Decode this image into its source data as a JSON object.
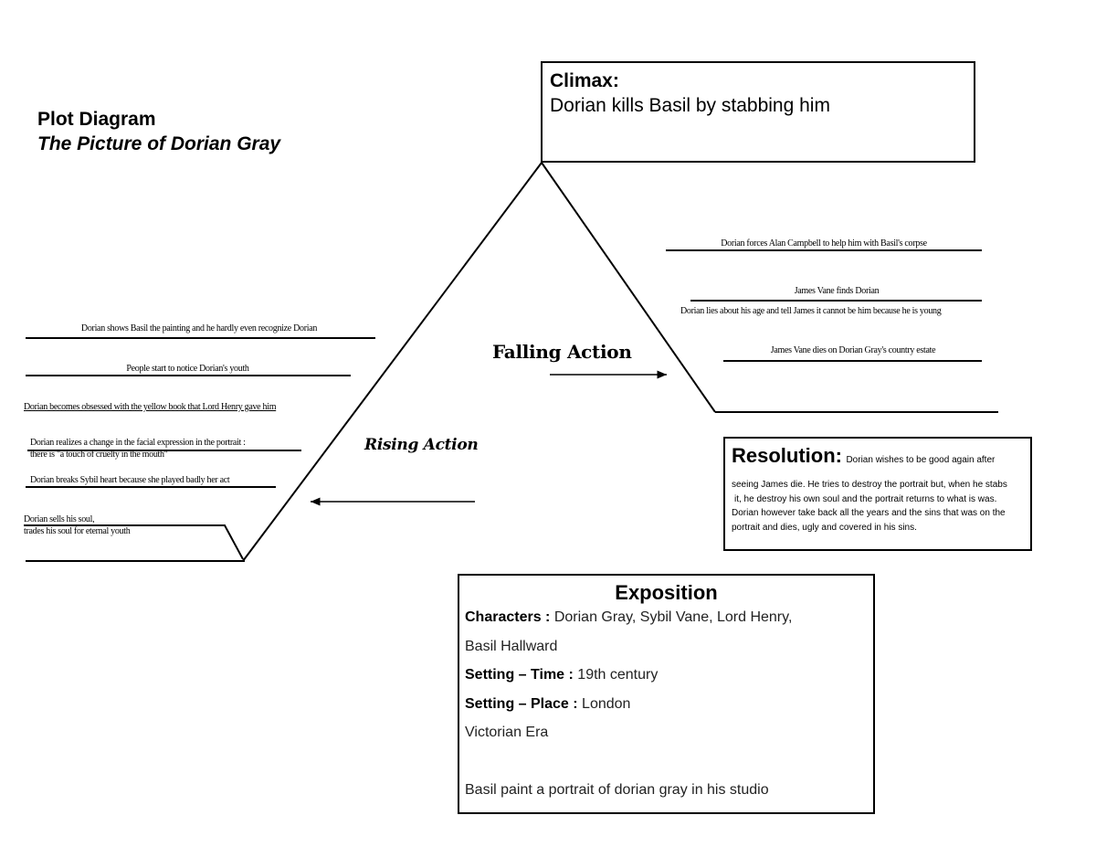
{
  "header": {
    "title": "Plot Diagram",
    "subtitle": "The Picture of Dorian Gray"
  },
  "climax": {
    "heading": "Climax:",
    "text": "Dorian kills Basil by stabbing him"
  },
  "labels": {
    "falling_action": "Falling Action",
    "rising_action": "Rising Action"
  },
  "falling_events": [
    "Dorian forces Alan Campbell to help him with Basil's corpse",
    "James Vane finds Dorian",
    "Dorian lies about his age and tell James it cannot be him because he is young",
    "James Vane dies on Dorian Gray's country estate"
  ],
  "rising_events": [
    "Dorian shows Basil the painting and he hardly even recognize Dorian",
    "People start to notice Dorian's youth",
    "Dorian becomes obsessed with the yellow book that Lord Henry gave him",
    "Dorian realizes a change in the facial expression in the portrait :",
    "there is \"a touch of cruelty in the mouth\"",
    "Dorian breaks Sybil heart because she played badly her act",
    "Dorian sells his soul,",
    "trades his soul for eternal youth"
  ],
  "resolution": {
    "heading": "Resolution:",
    "inline_text": "Dorian wishes to be good again after",
    "lines": [
      "seeing James die. He tries to destroy the portrait but, when he stabs",
      "it, he destroy his own soul and the portrait returns to what is was.",
      "Dorian however take back all the years and the sins that was on the",
      "portrait and dies, ugly and covered in his sins."
    ]
  },
  "exposition": {
    "title": "Exposition",
    "characters_label": "Characters :",
    "characters_value": "Dorian Gray, Sybil Vane, Lord Henry,",
    "characters_value_cont": "Basil Hallward",
    "time_label": "Setting – Time :",
    "time_value": "19th century",
    "place_label": "Setting – Place :",
    "place_value": "London",
    "era": "Victorian Era",
    "summary": "Basil paint a portrait of dorian gray in his studio"
  }
}
